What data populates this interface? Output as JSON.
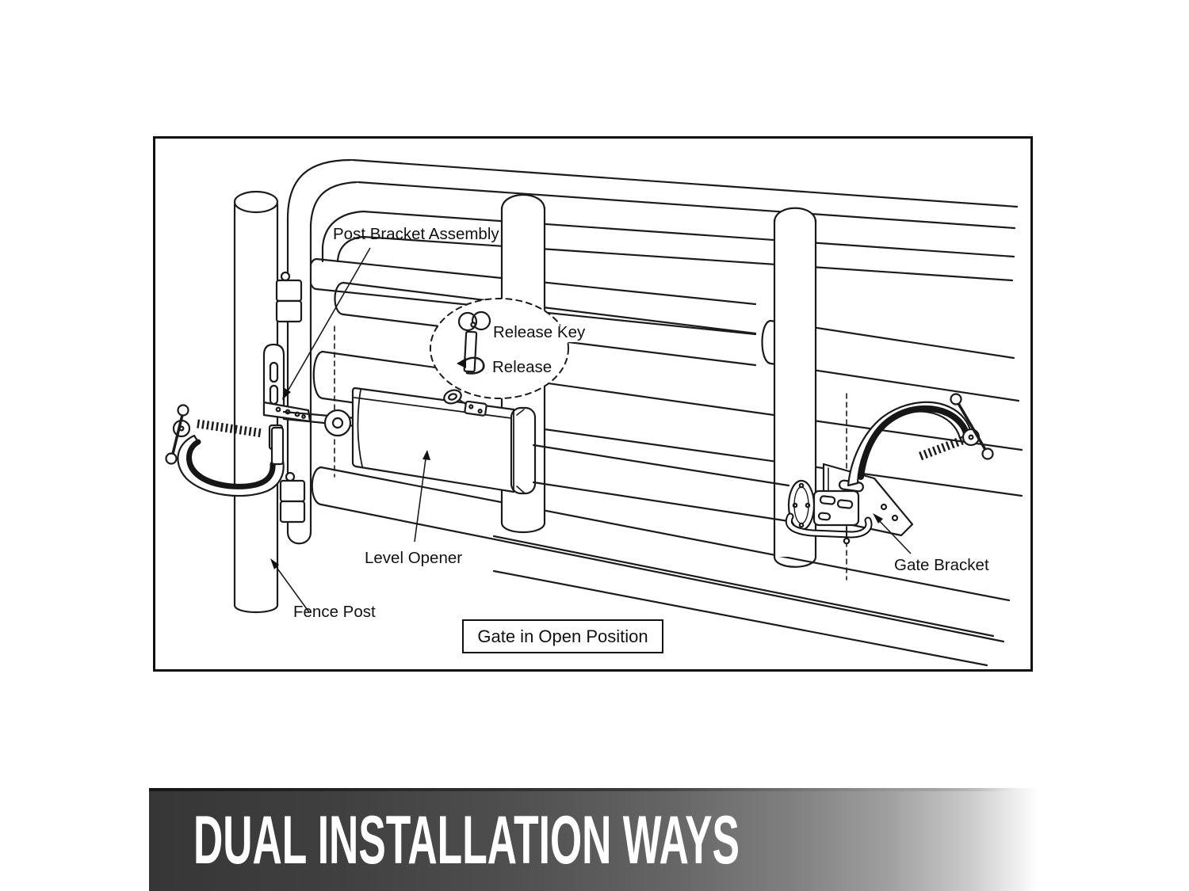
{
  "diagram": {
    "type": "gate-opener installation line drawing",
    "labels": {
      "post_bracket_assembly": "Post Bracket Assembly",
      "release_key": "Release Key",
      "release": "Release",
      "level_opener": "Level Opener",
      "fence_post": "Fence Post",
      "gate_bracket": "Gate Bracket"
    },
    "caption": "Gate in Open Position",
    "icons": {
      "release_key_icon": "wing-key",
      "release_rotate_icon": "counterclockwise-arrow",
      "clamp_icons": "c-clamp"
    },
    "colors": {
      "line": "#1b1b1b",
      "fill": "#ffffff",
      "border": "#111111"
    }
  },
  "banner": {
    "title": "DUAL INSTALLATION WAYS",
    "text_color": "#ffffff",
    "gradient_left": "#363636",
    "gradient_right": "#ffffff"
  }
}
